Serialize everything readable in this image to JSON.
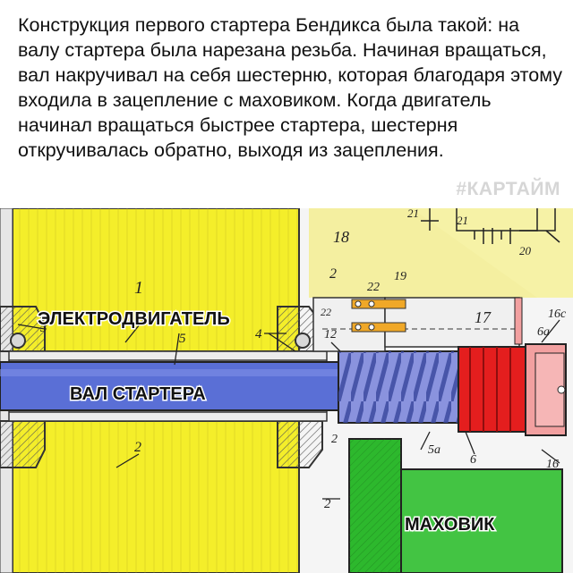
{
  "caption": "Конструкция первого стартера Бендикса была такой: на валу стартера была нарезана резьба. Начиная вращаться, вал накручивал на себя шестерню, которая благодаря этому входила в зацепление с маховиком. Когда двигатель начинал вращаться быстрее стартера, шестерня откручивалась обратно, выходя из зацепления.",
  "watermark": "#КАРТАЙМ",
  "labels": {
    "motor": "ЭЛЕКТРОДВИГАТЕЛЬ",
    "shaft": "ВАЛ СТАРТЕРА",
    "flywheel": "МАХОВИК"
  },
  "part_numbers": {
    "n1": "1",
    "n2a": "2",
    "n2b": "2",
    "n2c": "2",
    "n2d": "2",
    "n3": "3",
    "n4": "4",
    "n5": "5",
    "n5a": "5a",
    "n6": "6",
    "n6a": "6a",
    "n12": "12",
    "n16": "16",
    "n16c": "16c",
    "n17": "17",
    "n18": "18",
    "n19": "19",
    "n20": "20",
    "n21": "21",
    "n22": "22",
    "n22b": "22",
    "n21b": "21"
  },
  "colors": {
    "motor": "#f4ee2a",
    "motor_light": "#f7f3a8",
    "shaft": "#5a6fd6",
    "worm": "#7d86d9",
    "pinion": "#e41e1e",
    "pinion_light": "#f2a0a0",
    "flywheel": "#2db82d",
    "housing": "#b8b8b8"
  }
}
